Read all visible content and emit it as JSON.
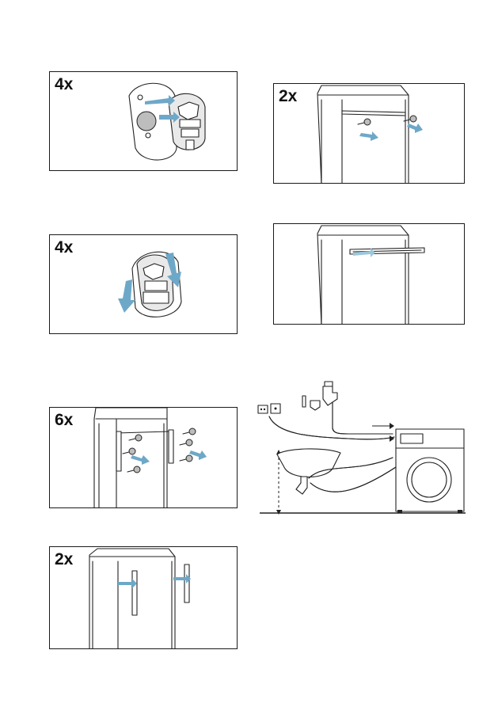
{
  "panels": {
    "p1": {
      "count": "4x"
    },
    "p2": {
      "count": "4x"
    },
    "p3": {
      "count": "6x"
    },
    "p4": {
      "count": "2x"
    },
    "p5": {
      "count": "2x"
    }
  },
  "colors": {
    "arrow": "#6ea8c8",
    "arrow_light": "#9cc6dc",
    "border": "#1a1a1a",
    "line": "#222222"
  }
}
